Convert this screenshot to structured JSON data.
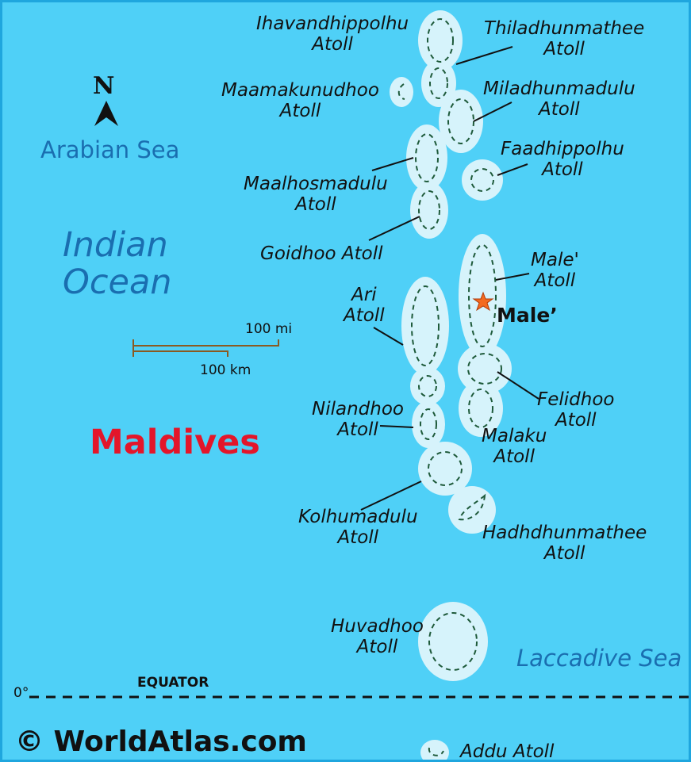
{
  "map": {
    "country": "Maldives",
    "capital": "Male’",
    "north": "N",
    "seas": {
      "arabian": "Arabian Sea",
      "indian_line1": "Indian",
      "indian_line2": "Ocean",
      "laccadive": "Laccadive Sea"
    },
    "scale": {
      "miles": "100 mi",
      "km": "100 km"
    },
    "equator": "EQUATOR",
    "equator_degree": "0°",
    "copyright": "© WorldAtlas.com",
    "colors": {
      "water": "#4fd0f7",
      "reef": "#d6f3fb",
      "reef_line": "#1e5a3a",
      "capital_star": "#f36a1f",
      "country_label": "#e3162a"
    },
    "atolls": [
      {
        "id": "ihavandhippolhu",
        "line1": "Ihavandhippolhu",
        "line2": "Atoll"
      },
      {
        "id": "thiladhunmathee",
        "line1": "Thiladhunmathee",
        "line2": "Atoll"
      },
      {
        "id": "maamakunudhoo",
        "line1": "Maamakunudhoo",
        "line2": "Atoll"
      },
      {
        "id": "miladhunmadulu",
        "line1": "Miladhunmadulu",
        "line2": "Atoll"
      },
      {
        "id": "faadhippolhu",
        "line1": "Faadhippolhu",
        "line2": "Atoll"
      },
      {
        "id": "maalhosmadulu",
        "line1": "Maalhosmadulu",
        "line2": "Atoll"
      },
      {
        "id": "goidhoo",
        "line1": "Goidhoo Atoll",
        "line2": ""
      },
      {
        "id": "male",
        "line1": "Male'",
        "line2": "Atoll"
      },
      {
        "id": "ari",
        "line1": "Ari",
        "line2": "Atoll"
      },
      {
        "id": "felidhoo",
        "line1": "Felidhoo",
        "line2": "Atoll"
      },
      {
        "id": "nilandhoo",
        "line1": "Nilandhoo",
        "line2": "Atoll"
      },
      {
        "id": "malaku",
        "line1": "Malaku",
        "line2": "Atoll"
      },
      {
        "id": "kolhumadulu",
        "line1": "Kolhumadulu",
        "line2": "Atoll"
      },
      {
        "id": "hadhdhunmathee",
        "line1": "Hadhdhunmathee",
        "line2": "Atoll"
      },
      {
        "id": "huvadhoo",
        "line1": "Huvadhoo",
        "line2": "Atoll"
      },
      {
        "id": "addu",
        "line1": "Addu Atoll",
        "line2": ""
      }
    ]
  }
}
